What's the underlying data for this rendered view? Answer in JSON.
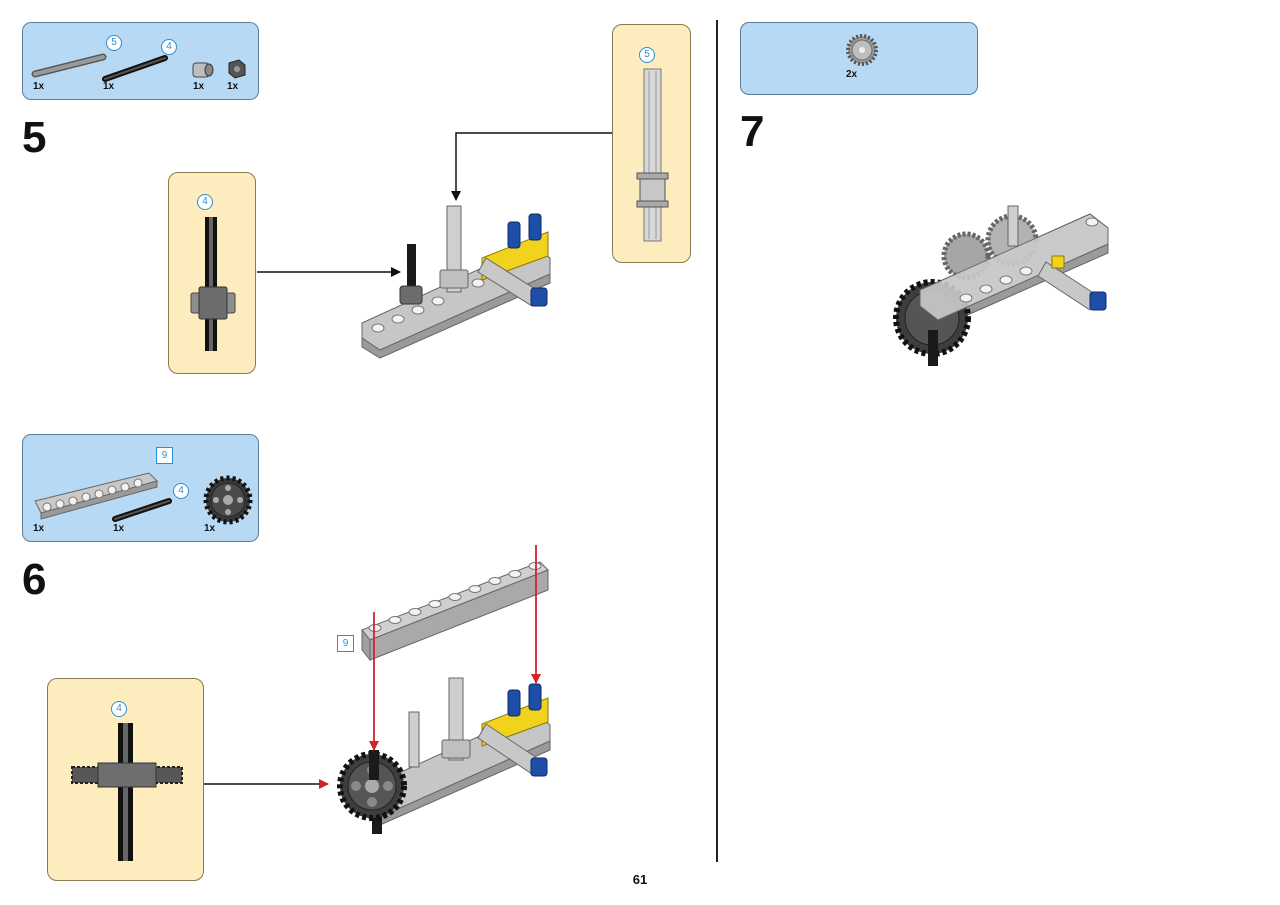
{
  "page": {
    "number": "61"
  },
  "steps": [
    {
      "number": "5",
      "parts": [
        {
          "name": "axle",
          "length_label": "5",
          "qty": "1x"
        },
        {
          "name": "axle",
          "length_label": "4",
          "qty": "1x"
        },
        {
          "name": "bush",
          "qty": "1x"
        },
        {
          "name": "half-bush",
          "qty": "1x"
        }
      ],
      "callouts": [
        {
          "label": "4"
        },
        {
          "label": "5"
        }
      ]
    },
    {
      "number": "6",
      "parts": [
        {
          "name": "beam",
          "length_label": "9",
          "qty": "1x"
        },
        {
          "name": "axle",
          "length_label": "4",
          "qty": "1x"
        },
        {
          "name": "gear-24",
          "qty": "1x"
        }
      ],
      "beam_label": "9",
      "callouts": [
        {
          "label": "4"
        }
      ]
    },
    {
      "number": "7",
      "parts": [
        {
          "name": "gear-24-light",
          "qty": "2x"
        }
      ]
    }
  ],
  "colors": {
    "parts_panel": "#b8d9f4",
    "callout_panel": "#fcecbe",
    "badge": "#2d8fcf",
    "arrow_red": "#d2232a",
    "beam_gray": "#c6c6c6",
    "pin_blue": "#1d4fa8",
    "connector_yellow": "#f1d21c"
  }
}
